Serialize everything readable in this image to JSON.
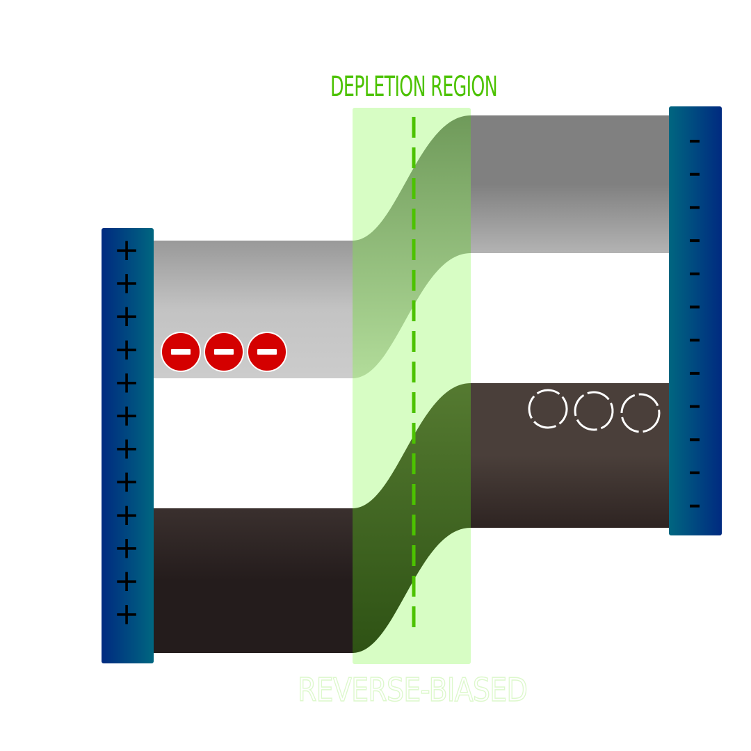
{
  "title": "DEPLETION REGION",
  "subtitle": "REVERSE-BIASED",
  "left_terminal": {
    "symbol": "+",
    "symbol_count": 12,
    "color_outer": "#002a80",
    "color_inner": "#006680"
  },
  "right_terminal": {
    "symbol": "-",
    "symbol_count": 12,
    "color_outer": "#002a80",
    "color_inner": "#006680"
  },
  "bands": {
    "conduction_color_top": "#808080",
    "conduction_color_bottom": "#cccccc",
    "valence_color_top": "#4a3f3a",
    "valence_color_bottom": "#241c1c"
  },
  "depletion_region": {
    "fill": "#d7fdc4",
    "line_color": "#4cc200"
  },
  "carriers": {
    "electrons": {
      "count": 3,
      "color": "#d40000",
      "symbol": "-"
    },
    "holes": {
      "count": 3,
      "color": "#ffffff"
    }
  }
}
